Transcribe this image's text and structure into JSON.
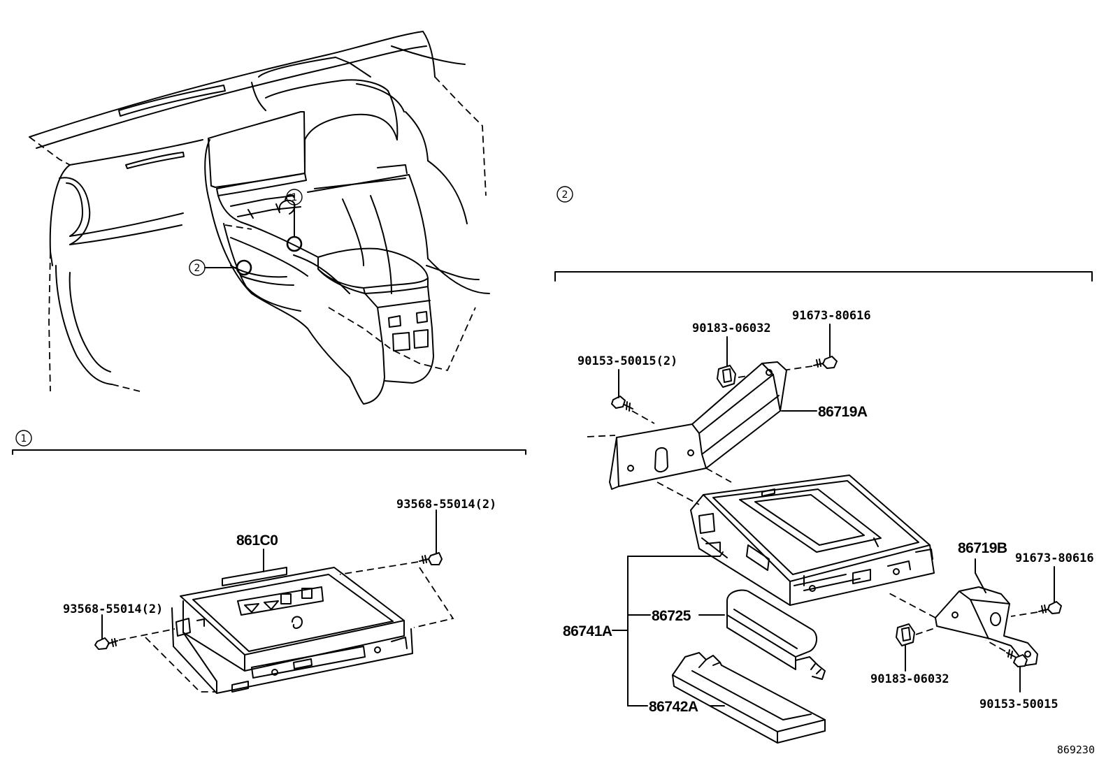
{
  "callouts": {
    "one": "1",
    "two": "2"
  },
  "section1": {
    "marker": "1",
    "parts": {
      "module": "861C0",
      "screw_right": "93568-55014(2)",
      "screw_left": "93568-55014(2)"
    }
  },
  "section2": {
    "marker": "2",
    "parts": {
      "clip_top": "90183-06032",
      "bolt_top": "91673-80616",
      "screw_top": "90153-50015(2)",
      "bracket_a": "86719A",
      "bracket_b": "86719B",
      "bolt_right": "91673-80616",
      "assembly": "86741A",
      "sub_top": "86725",
      "sub_bottom": "86742A",
      "clip_bottom": "90183-06032",
      "screw_bottom": "90153-50015"
    }
  },
  "figure_ref": "869230"
}
